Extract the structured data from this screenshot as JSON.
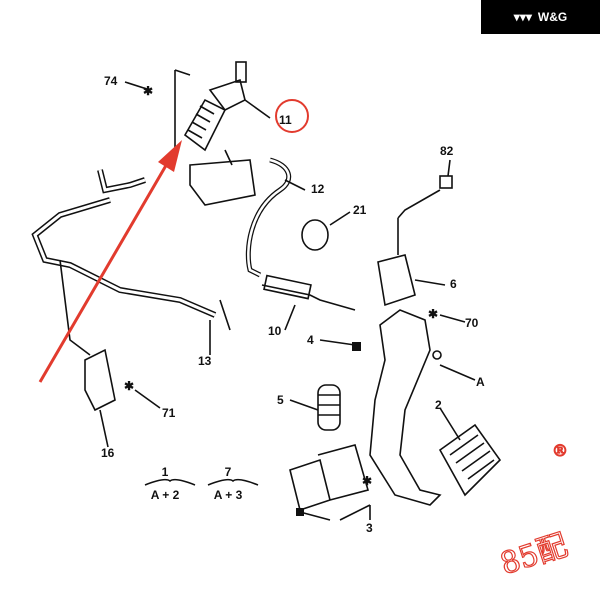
{
  "brand": {
    "logo_text": "W&G"
  },
  "diagram": {
    "callouts": {
      "p74": "74",
      "p11": "11",
      "p82": "82",
      "p12": "12",
      "p21": "21",
      "p6": "6",
      "p70": "70",
      "p10": "10",
      "p4": "4",
      "p13": "13",
      "pA": "A",
      "p5": "5",
      "p2": "2",
      "p71": "71",
      "p16": "16",
      "p3": "3"
    },
    "kits": [
      {
        "number": "1",
        "contents": "A + 2"
      },
      {
        "number": "7",
        "contents": "A + 3"
      }
    ],
    "highlight_color": "#e23b2e"
  },
  "watermark": {
    "text": "85配",
    "mark": "®"
  }
}
